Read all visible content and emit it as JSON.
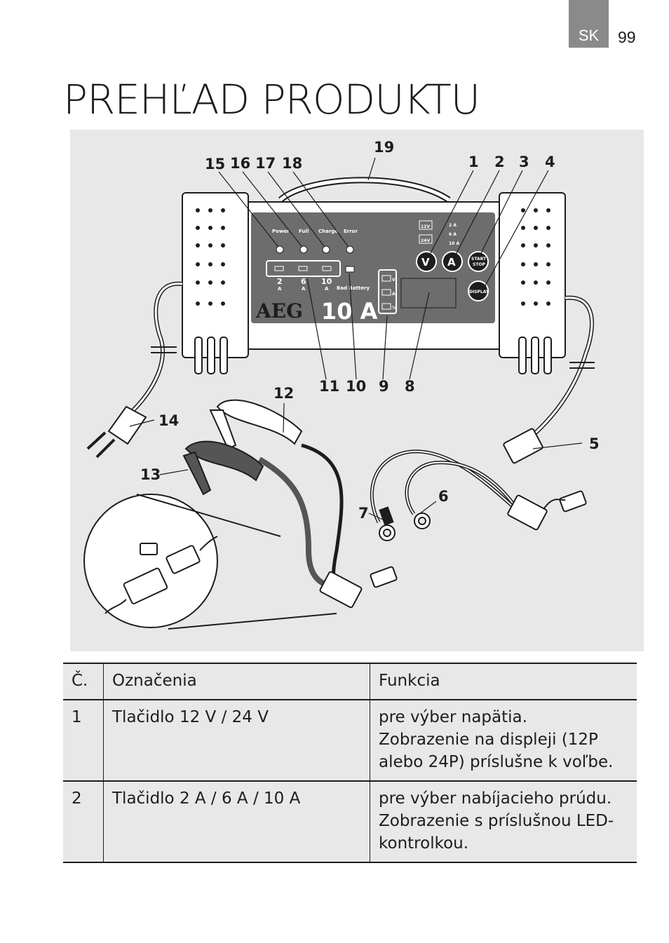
{
  "header": {
    "lang": "SK",
    "page_number": "99"
  },
  "title": "PREHĽAD PRODUKTU",
  "figure": {
    "callouts": [
      "1",
      "2",
      "3",
      "4",
      "5",
      "6",
      "7",
      "8",
      "9",
      "10",
      "11",
      "12",
      "13",
      "14",
      "15",
      "16",
      "17",
      "18",
      "19"
    ],
    "device": {
      "brand": "AEG",
      "model": "10 A",
      "led_labels": [
        "Power",
        "Full",
        "Charge",
        "Error"
      ],
      "current_labels": [
        "2",
        "6",
        "10"
      ],
      "current_unit": "A",
      "bad_battery": "Bad Battery",
      "voltage_labels": [
        "12V",
        "24V"
      ],
      "amp_labels": [
        "2 A",
        "6 A",
        "10 A"
      ],
      "button_v": "V",
      "button_a": "A",
      "button_start": "START",
      "button_stop": "STOP",
      "button_display": "DISPLAY",
      "indicator_labels": [
        "V",
        "A",
        "%"
      ]
    }
  },
  "table": {
    "headers": [
      "Č.",
      "Označenia",
      "Funkcia"
    ],
    "rows": [
      {
        "no": "1",
        "name": "Tlačidlo 12 V / 24 V",
        "function": [
          "pre výber napätia.",
          "Zobrazenie na displeji (12P",
          "alebo 24P) príslušne k voľbe."
        ]
      },
      {
        "no": "2",
        "name": "Tlačidlo 2 A / 6 A / 10 A",
        "function": [
          "pre výber nabíjacieho prúdu.",
          "Zobrazenie s príslušnou LED-",
          "kontrolkou."
        ]
      }
    ]
  }
}
